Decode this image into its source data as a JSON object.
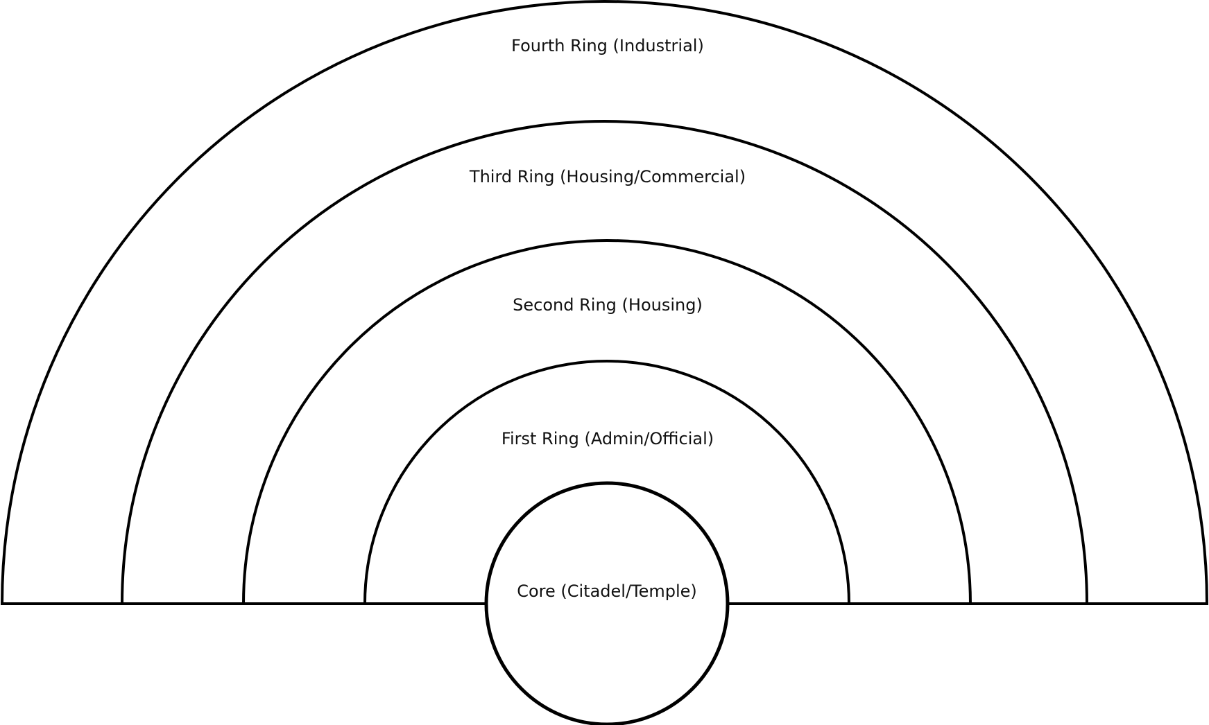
{
  "diagram": {
    "type": "concentric-semicircle-zones",
    "stroke_color": "#000000",
    "background": "#ffffff",
    "zones": [
      {
        "id": "fourth-ring",
        "label": "Fourth Ring (Industrial)"
      },
      {
        "id": "third-ring",
        "label": "Third Ring (Housing/Commercial)"
      },
      {
        "id": "second-ring",
        "label": "Second Ring (Housing)"
      },
      {
        "id": "first-ring",
        "label": "First Ring (Admin/Official)"
      },
      {
        "id": "core",
        "label": "Core (Citadel/Temple)"
      }
    ]
  }
}
